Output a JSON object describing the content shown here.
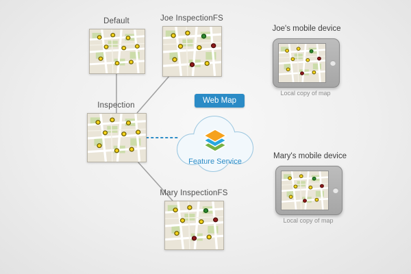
{
  "nodes": {
    "default": {
      "label": "Default"
    },
    "joe_fs": {
      "label": "Joe InspectionFS"
    },
    "inspection": {
      "label": "Inspection"
    },
    "mary_fs": {
      "label": "Mary InspectionFS"
    }
  },
  "cloud": {
    "badge_label": "Web Map",
    "service_label": "Feature Service"
  },
  "devices": {
    "joe": {
      "label": "Joe's mobile device",
      "caption": "Local copy of map"
    },
    "mary": {
      "label": "Mary's mobile device",
      "caption": "Local copy of map"
    }
  },
  "colors": {
    "badge": "#2b8bc6",
    "service_text": "#2b8bc6",
    "connector": "#9e9e9e",
    "sync_connector": "#2b8bc6"
  }
}
